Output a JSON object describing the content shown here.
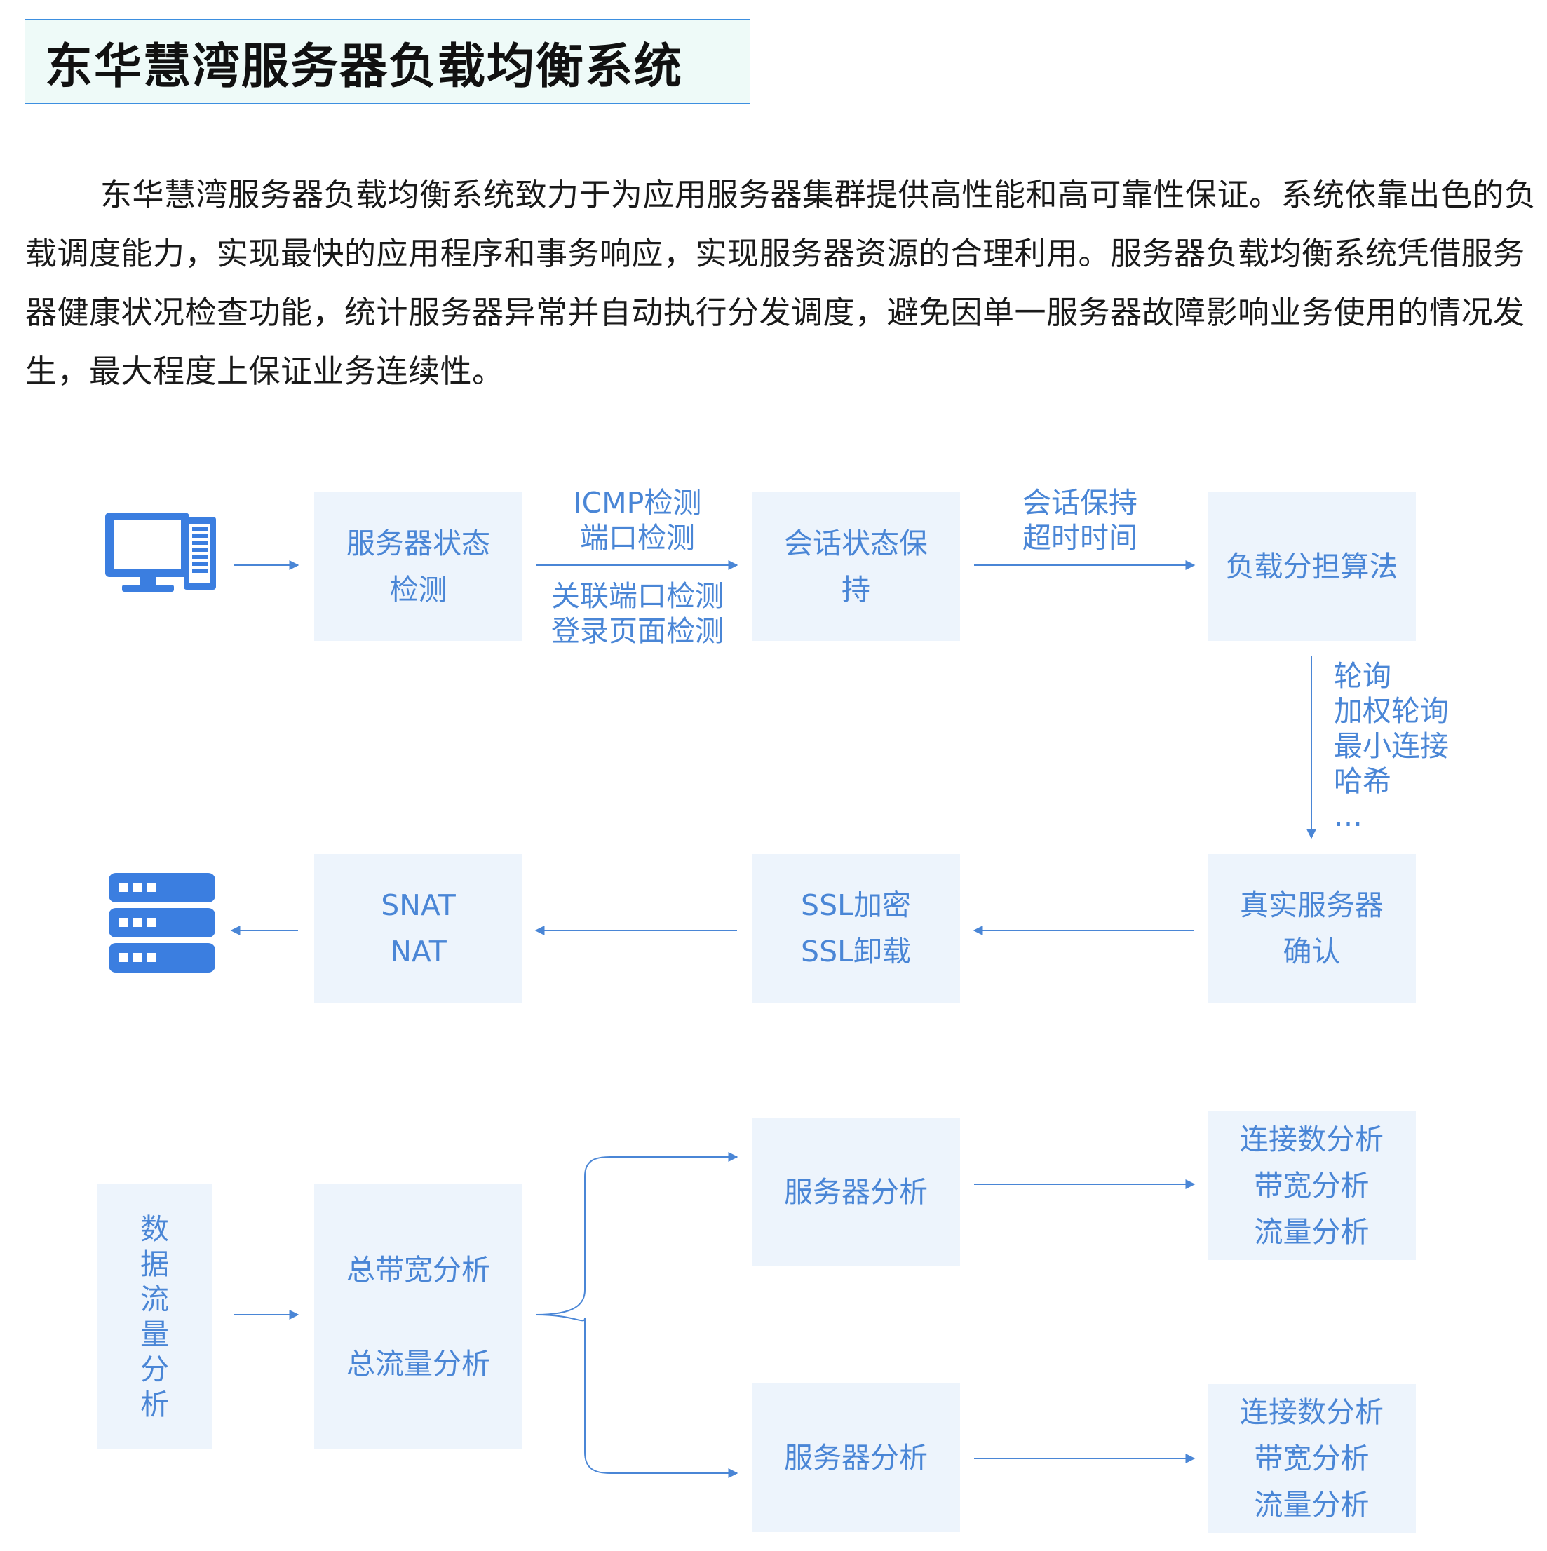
{
  "title": "东华慧湾服务器负载均衡系统",
  "intro": "东华慧湾服务器负载均衡系统致力于为应用服务器集群提供高性能和高可靠性保证。系统依靠出色的负载调度能力，实现最快的应用程序和事务响应，实现服务器资源的合理利用。服务器负载均衡系统凭借服务器健康状况检查功能，统计服务器异常并自动执行分发调度，避免因单一服务器故障影响业务使用的情况发生，最大程度上保证业务连续性。",
  "flow1": {
    "health_check": [
      "服务器状态",
      "检测"
    ],
    "methods_top": [
      "ICMP检测",
      "端口检测"
    ],
    "methods_bottom": [
      "关联端口检测",
      "登录页面检测"
    ],
    "session": [
      "会话状态保",
      "持"
    ],
    "session_label": [
      "会话保持",
      "超时时间"
    ],
    "algorithm": "负载分担算法",
    "algorithm_list": [
      "轮询",
      "加权轮询",
      "最小连接",
      "哈希",
      "…"
    ]
  },
  "flow2": {
    "real_server": [
      "真实服务器",
      "确认"
    ],
    "ssl": [
      "SSL加密",
      "SSL卸载"
    ],
    "nat": [
      "SNAT",
      "NAT"
    ]
  },
  "flow3": {
    "data_analysis": "数据流量分析",
    "total": [
      "总带宽分析",
      "总流量分析"
    ],
    "server_analysis_1": "服务器分析",
    "server_analysis_2": "服务器分析",
    "details_1": [
      "连接数分析",
      "带宽分析",
      "流量分析"
    ],
    "details_2": [
      "连接数分析",
      "带宽分析",
      "流量分析"
    ]
  },
  "colors": {
    "accent": "#4a86d6",
    "box_bg": "#edf4fc",
    "icon": "#3b7ee0",
    "title_bg": "#eefaf8"
  },
  "icons": {
    "start": "desktop-computer-icon",
    "end": "server-rack-icon"
  }
}
